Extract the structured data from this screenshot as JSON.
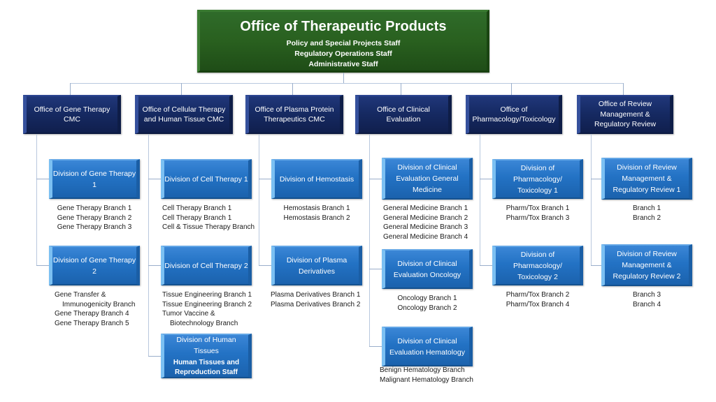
{
  "chart_data": {
    "type": "diagram",
    "title": "Office of Therapeutic Products",
    "diagram_kind": "organizational-chart",
    "levels": [
      "office-root",
      "offices",
      "divisions",
      "branches"
    ]
  },
  "root": {
    "title": "Office of Therapeutic Products",
    "staff": [
      "Policy and Special Projects Staff",
      "Regulatory Operations Staff",
      "Administrative Staff"
    ],
    "color": "#29601f"
  },
  "colors": {
    "root_green": "#29601f",
    "office_navy": "#162a63",
    "division_blue": "#2372c4",
    "connector": "#9aaecb",
    "branch_text": "#1a1a1a"
  },
  "offices": [
    {
      "id": "gene-therapy-cmc",
      "title": "Office of Gene Therapy CMC",
      "divisions": [
        {
          "id": "division-gene-therapy-1",
          "title": "Division of Gene Therapy 1",
          "branches": [
            "Gene Therapy Branch 1",
            "Gene Therapy Branch 2",
            "Gene Therapy Branch 3"
          ]
        },
        {
          "id": "division-gene-therapy-2",
          "title": "Division of Gene Therapy 2",
          "branches": [
            "Gene Transfer &",
            "Immunogenicity Branch",
            "Gene Therapy Branch 4",
            "Gene Therapy Branch 5"
          ]
        }
      ]
    },
    {
      "id": "cellular-therapy-human-tissue-cmc",
      "title": "Office of Cellular Therapy and Human Tissue CMC",
      "divisions": [
        {
          "id": "division-cell-therapy-1",
          "title": "Division of Cell Therapy 1",
          "branches": [
            "Cell Therapy Branch 1",
            "Cell Therapy Branch 1",
            "Cell & Tissue Therapy Branch"
          ]
        },
        {
          "id": "division-cell-therapy-2",
          "title": "Division of Cell Therapy 2",
          "branches": [
            "Tissue Engineering Branch 1",
            "Tissue Engineering Branch 2",
            "Tumor Vaccine &",
            "Biotechnology Branch"
          ]
        },
        {
          "id": "division-human-tissues",
          "title": "Division of Human Tissues",
          "subtitle": "Human Tissues and Reproduction Staff",
          "branches": []
        }
      ]
    },
    {
      "id": "plasma-protein-therapeutics-cmc",
      "title": "Office of Plasma Protein Therapeutics CMC",
      "divisions": [
        {
          "id": "division-hemostasis",
          "title": "Division of Hemostasis",
          "branches": [
            "Hemostasis Branch 1",
            "Hemostasis Branch 2"
          ]
        },
        {
          "id": "division-plasma-derivatives",
          "title": "Division of Plasma Derivatives",
          "branches": [
            "Plasma Derivatives Branch 1",
            "Plasma Derivatives Branch 2"
          ]
        }
      ]
    },
    {
      "id": "clinical-evaluation",
      "title": "Office of Clinical Evaluation",
      "divisions": [
        {
          "id": "division-clinical-evaluation-general-medicine",
          "title": "Division of Clinical Evaluation General Medicine",
          "branches": [
            "General Medicine Branch 1",
            "General Medicine Branch 2",
            "General Medicine Branch 3",
            "General Medicine Branch 4"
          ]
        },
        {
          "id": "division-clinical-evaluation-oncology",
          "title": "Division of Clinical Evaluation Oncology",
          "branches": [
            "Oncology Branch 1",
            "Oncology Branch 2"
          ]
        },
        {
          "id": "division-clinical-evaluation-hematology",
          "title": "Division of Clinical Evaluation Hematology",
          "branches": [
            "Benign Hematology Branch",
            "Malignant Hematology Branch"
          ]
        }
      ]
    },
    {
      "id": "pharmacology-toxicology",
      "title": "Office of Pharmacology/Toxicology",
      "divisions": [
        {
          "id": "division-pharmtox-1",
          "title": "Division of Pharmacology/ Toxicology 1",
          "branches": [
            "Pharm/Tox Branch 1",
            "Pharm/Tox Branch 3"
          ]
        },
        {
          "id": "division-pharmtox-2",
          "title": "Division of Pharmacology/ Toxicology 2",
          "branches": [
            "Pharm/Tox Branch 2",
            "Pharm/Tox Branch 4"
          ]
        }
      ]
    },
    {
      "id": "review-management-regulatory-review",
      "title": "Office of Review Management & Regulatory Review",
      "divisions": [
        {
          "id": "division-review-management-1",
          "title": "Division of Review Management & Regulatory Review 1",
          "branches": [
            "Branch 1",
            "Branch 2"
          ]
        },
        {
          "id": "division-review-management-2",
          "title": "Division of Review Management & Regulatory Review 2",
          "branches": [
            "Branch 3",
            "Branch 4"
          ]
        }
      ]
    }
  ]
}
